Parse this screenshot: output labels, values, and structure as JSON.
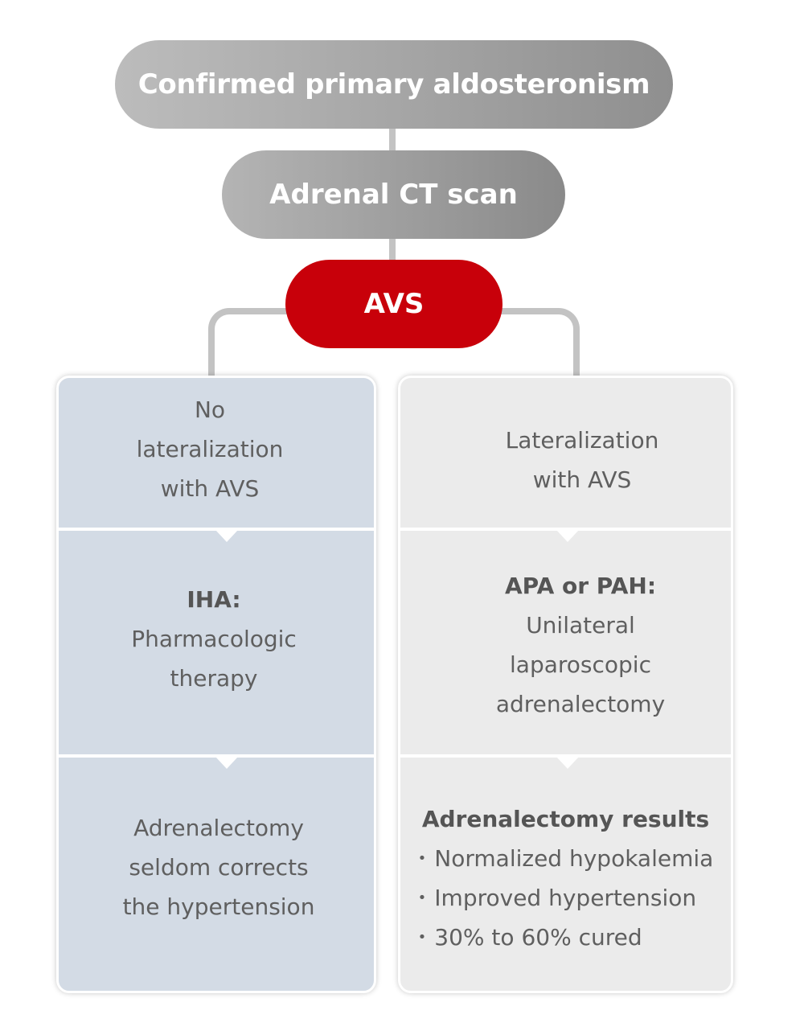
{
  "nodes": {
    "top": "Confirmed primary aldosteronism",
    "ct": "Adrenal CT scan",
    "avs": "AVS"
  },
  "left": {
    "step1": [
      "No",
      "lateralization",
      "with AVS"
    ],
    "step2_title": "IHA:",
    "step2_lines": [
      "Pharmacologic",
      "therapy"
    ],
    "step3": [
      "Adrenalectomy",
      "seldom corrects",
      "the hypertension"
    ]
  },
  "right": {
    "step1": [
      "Lateralization",
      "with AVS"
    ],
    "step2_title": "APA or PAH:",
    "step2_lines": [
      "Unilateral",
      "laparoscopic",
      "adrenalectomy"
    ],
    "step3_title": "Adrenalectomy results",
    "bullet_symbol": "•",
    "step3_bullets": [
      "Normalized hypokalemia",
      "Improved hypertension",
      "30% to 60% cured"
    ]
  },
  "colors": {
    "accent_red": "#c8000a",
    "grey_pill": "#a6a6a6",
    "left_panel": "#d3dbe5",
    "right_panel": "#ebebeb",
    "text": "#5f5f5f"
  }
}
